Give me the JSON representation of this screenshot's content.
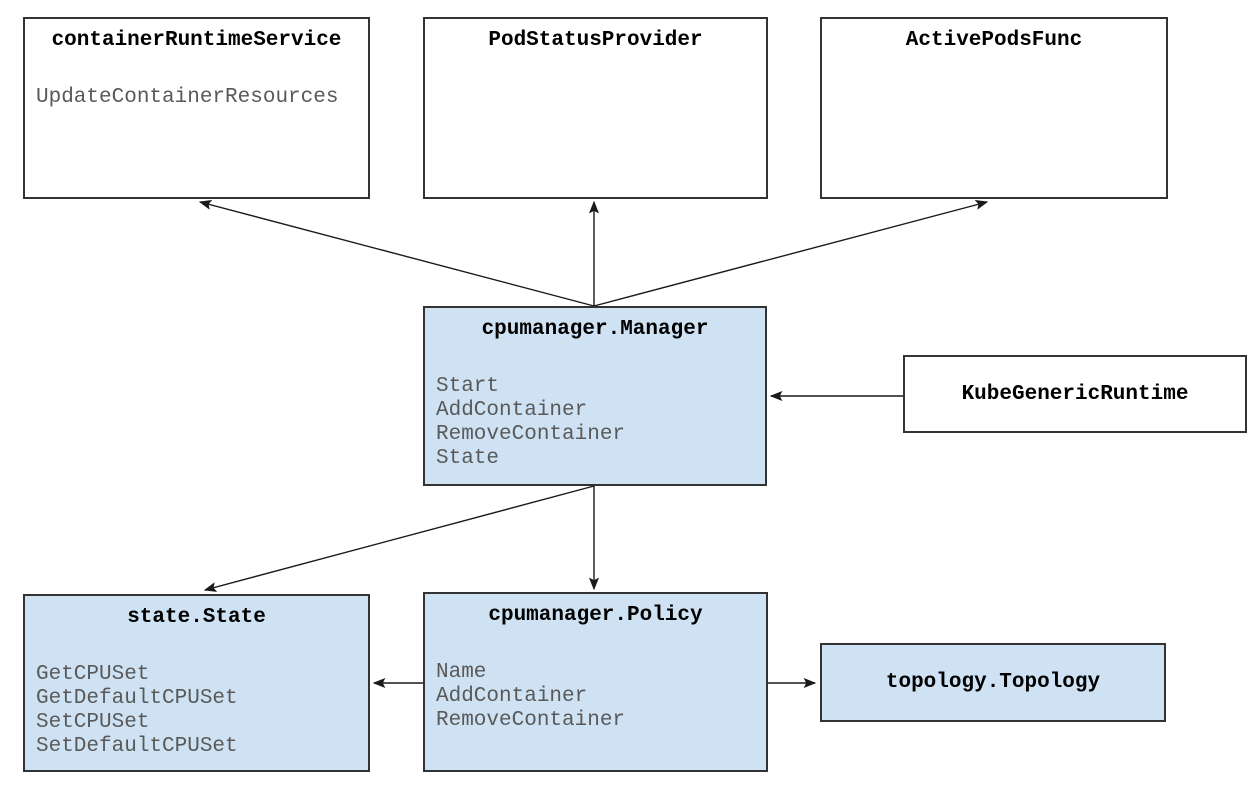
{
  "diagram": {
    "colors": {
      "node_fill_blue": "#cfe2f3",
      "node_fill_white": "#ffffff",
      "node_border": "#333333",
      "arrow": "#1a1a1a",
      "title_text": "#000000",
      "method_text": "#595959",
      "background": "#ffffff"
    },
    "nodes": {
      "container_runtime_service": {
        "title": "containerRuntimeService",
        "methods": [
          "UpdateContainerResources"
        ]
      },
      "pod_status_provider": {
        "title": "PodStatusProvider"
      },
      "active_pods_func": {
        "title": "ActivePodsFunc"
      },
      "cpumanager_manager": {
        "title": "cpumanager.Manager",
        "methods": [
          "Start",
          "AddContainer",
          "RemoveContainer",
          "State"
        ]
      },
      "kube_generic_runtime": {
        "title": "KubeGenericRuntime"
      },
      "state_state": {
        "title": "state.State",
        "methods": [
          "GetCPUSet",
          "GetDefaultCPUSet",
          "SetCPUSet",
          "SetDefaultCPUSet"
        ]
      },
      "cpumanager_policy": {
        "title": "cpumanager.Policy",
        "methods": [
          "Name",
          "AddContainer",
          "RemoveContainer"
        ]
      },
      "topology_topology": {
        "title": "topology.Topology"
      }
    }
  }
}
